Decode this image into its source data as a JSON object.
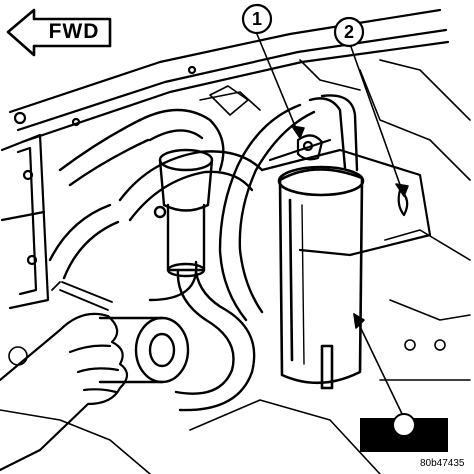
{
  "direction_label": "FWD",
  "callouts": [
    {
      "number": "1"
    },
    {
      "number": "2"
    }
  ],
  "figure_code": "80b47435",
  "colors": {
    "line": "#000000",
    "background": "#ffffff",
    "redaction_box": "#000000"
  },
  "icons": {
    "direction_arrow": "left-arrow-icon"
  }
}
